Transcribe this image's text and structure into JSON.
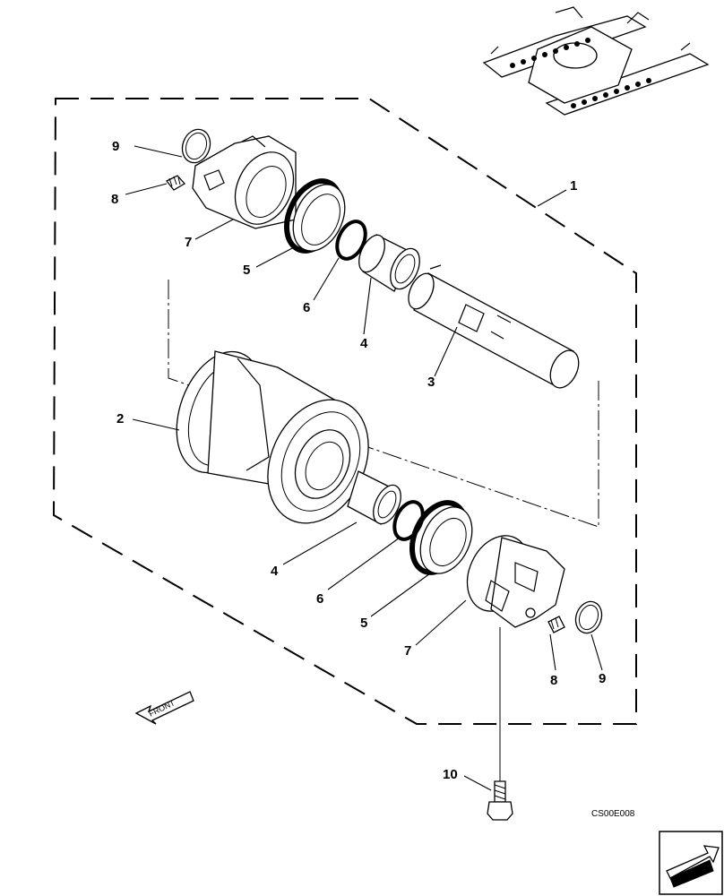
{
  "callouts": {
    "c1": "1",
    "c2": "2",
    "c3": "3",
    "c4_top": "4",
    "c4_bottom": "4",
    "c5_top": "5",
    "c5_bottom": "5",
    "c6_top": "6",
    "c6_bottom": "6",
    "c7_top": "7",
    "c7_bottom": "7",
    "c8_top": "8",
    "c8_bottom": "8",
    "c9_top": "9",
    "c9_bottom": "9",
    "c10": "10"
  },
  "front_label": "FRONT",
  "drawing_code": "CS00E008",
  "icons": {
    "front_arrow": "front-arrow-icon",
    "nav_arrow": "next-page-arrow-icon",
    "locator": "track-frame-locator-icon"
  }
}
